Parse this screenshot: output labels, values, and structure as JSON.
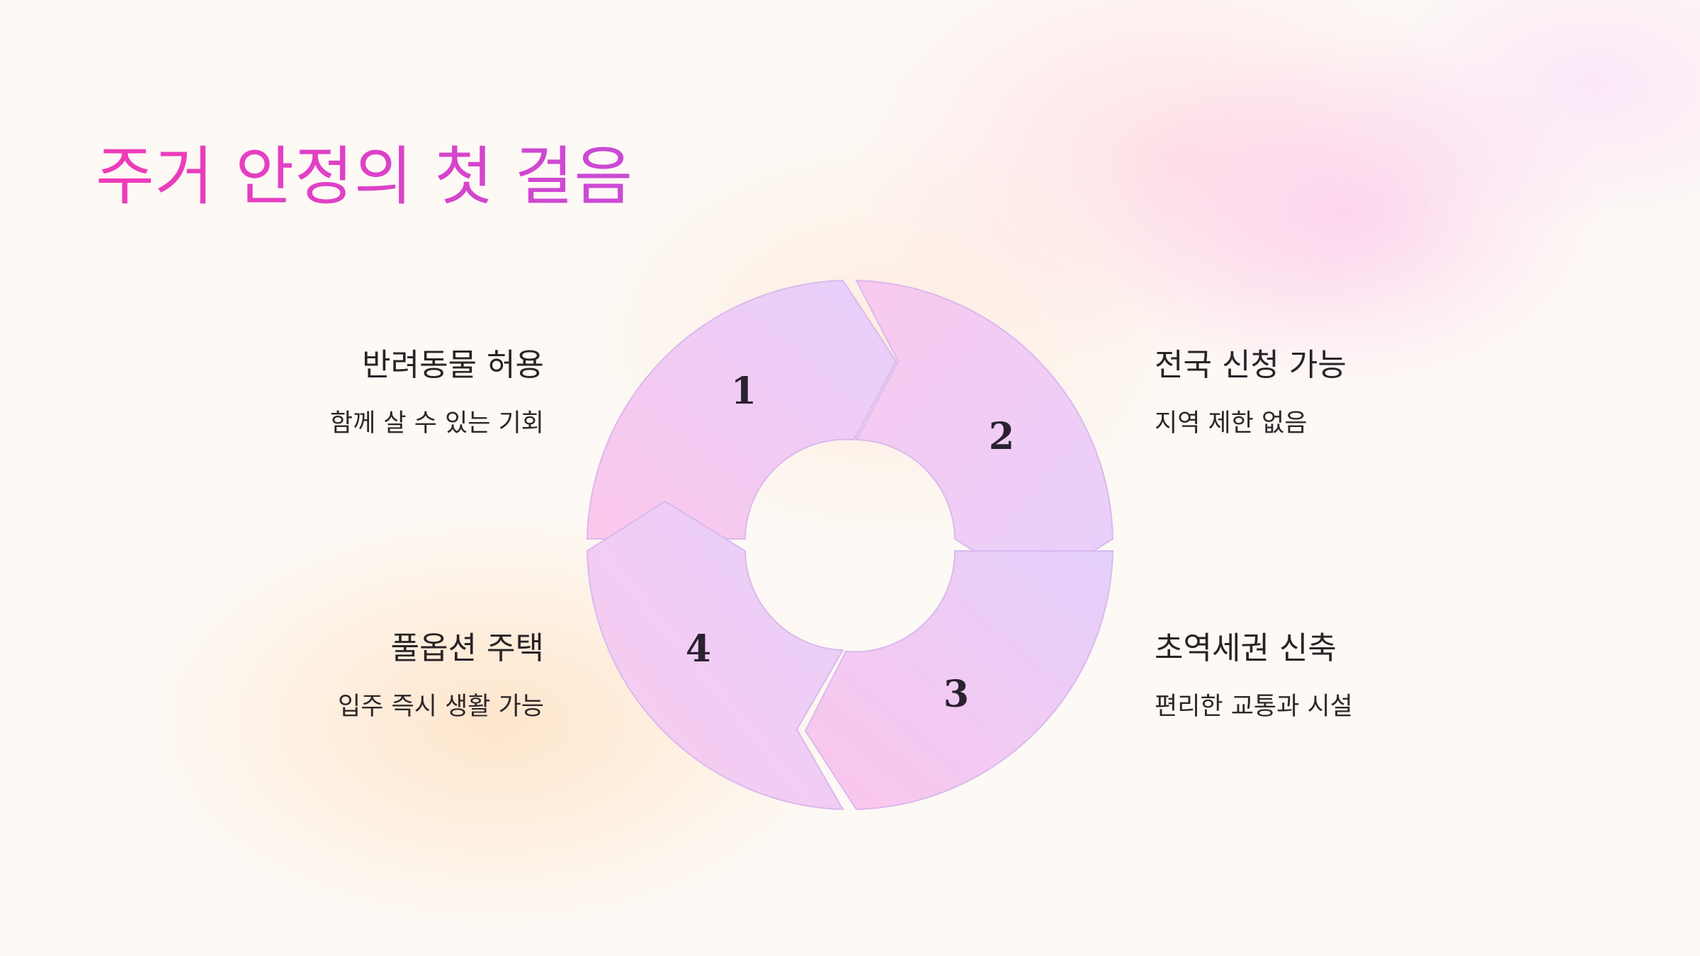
{
  "title": "주거 안정의 첫 걸음",
  "diagram": {
    "type": "cycle",
    "segments": [
      {
        "number": "1",
        "title": "반려동물 허용",
        "description": "함께 살 수 있는 기회"
      },
      {
        "number": "2",
        "title": "전국 신청 가능",
        "description": "지역 제한 없음"
      },
      {
        "number": "3",
        "title": "초역세권 신축",
        "description": "편리한 교통과 시설"
      },
      {
        "number": "4",
        "title": "풀옵션 주택",
        "description": "입주 즉시 생활 가능"
      }
    ]
  },
  "colors": {
    "title_start": "#f03ab8",
    "title_end": "#c94ad6",
    "segment_fill_light": "#e9d2fb",
    "segment_fill_pink": "#fbc9ee",
    "segment_stroke": "#d8b8ec",
    "text": "#2a2326"
  }
}
